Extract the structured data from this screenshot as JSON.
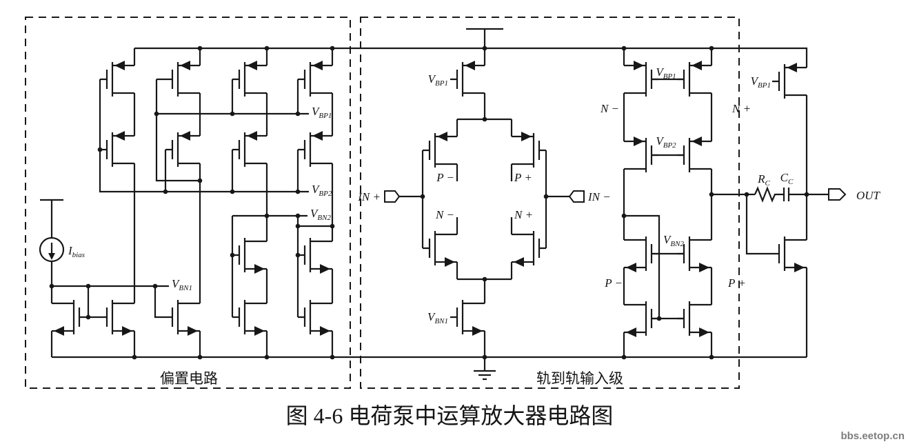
{
  "caption": "图 4-6 电荷泵中运算放大器电路图",
  "watermark": "bbs.eetop.cn",
  "blocks": {
    "bias_label": "偏置电路",
    "input_stage_label": "轨到轨输入级"
  },
  "nets": {
    "vbp1": {
      "v": "V",
      "sub": "BP1"
    },
    "vbp2": {
      "v": "V",
      "sub": "BP2"
    },
    "vbn1": {
      "v": "V",
      "sub": "BN1"
    },
    "vbn2": {
      "v": "V",
      "sub": "BN2"
    },
    "ibias": {
      "v": "I",
      "sub": "bias"
    },
    "rc": {
      "v": "R",
      "sub": "C"
    },
    "cc": {
      "v": "C",
      "sub": "C"
    }
  },
  "signals": {
    "in_plus": "IN +",
    "in_minus": "IN −",
    "out": "OUT",
    "p_minus": "P −",
    "p_plus": "P +",
    "n_minus": "N −",
    "n_plus": "N +"
  }
}
